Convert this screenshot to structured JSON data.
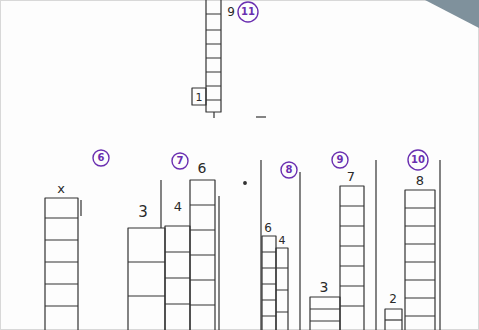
{
  "diagram": {
    "nodes": [
      {
        "text": [
          "11"
        ]
      },
      {
        "text": [
          "6"
        ]
      },
      {
        "text": [
          "7"
        ]
      },
      {
        "text": [
          "8"
        ]
      },
      {
        "text": [
          "9"
        ]
      },
      {
        "text": [
          "10"
        ]
      }
    ],
    "labels": [
      "9",
      "1",
      "x",
      "3",
      "4",
      "6",
      "6",
      "4",
      "3",
      "7",
      "2",
      "8"
    ]
  }
}
